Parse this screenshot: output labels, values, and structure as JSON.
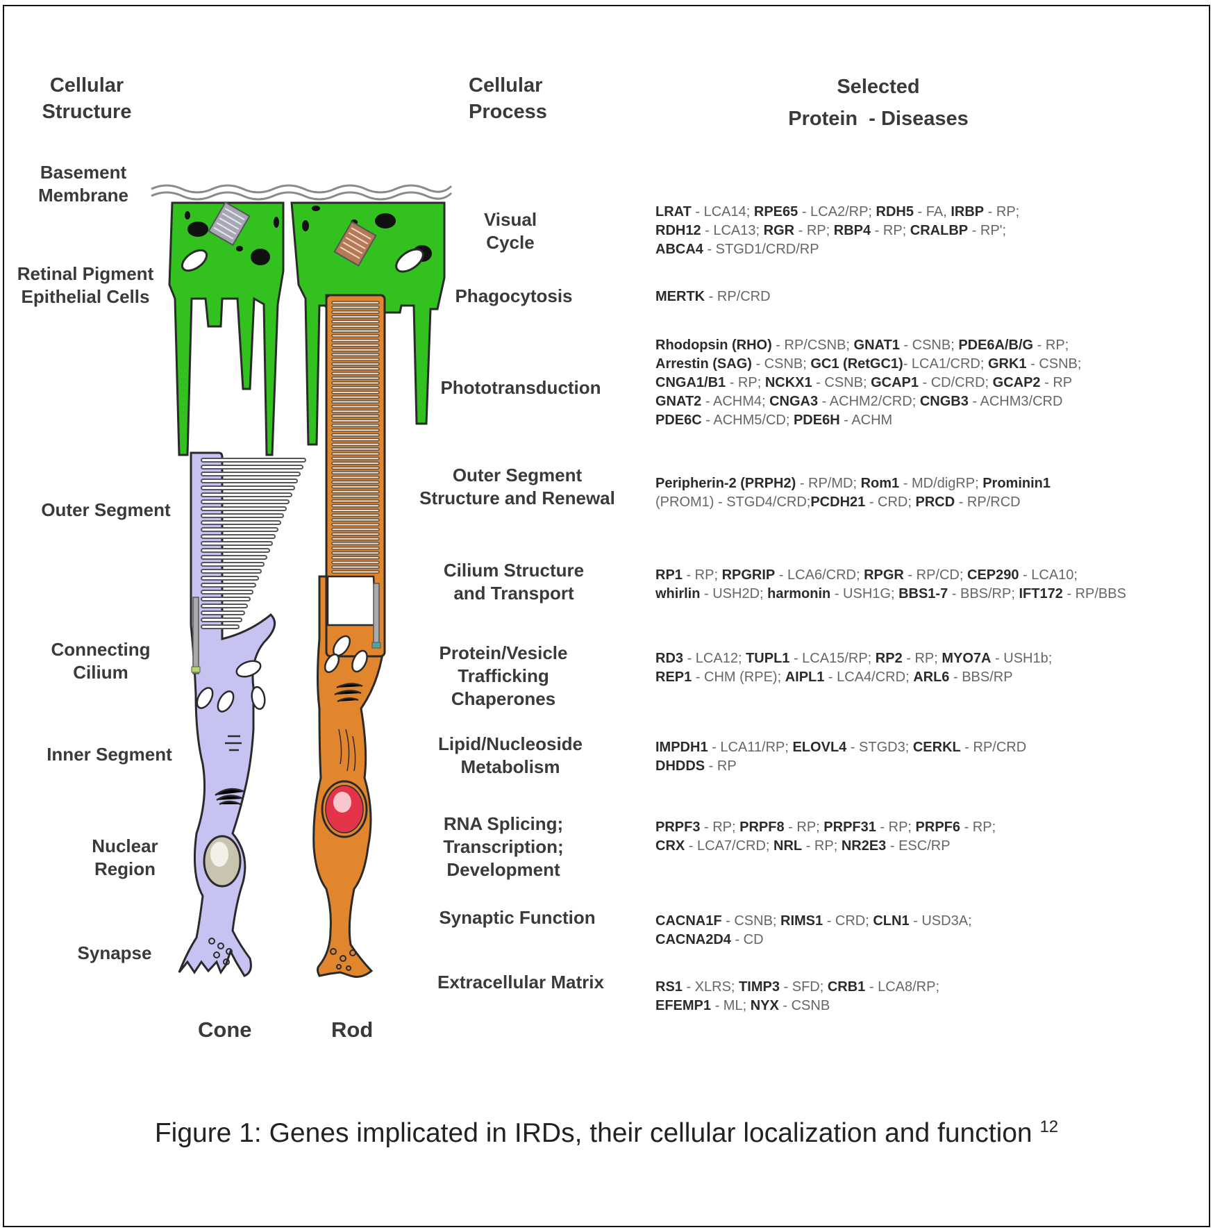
{
  "headers": {
    "structure": [
      "Cellular",
      "Structure"
    ],
    "process": [
      "Cellular",
      "Process"
    ],
    "diseases": [
      "Selected",
      "Protein  - Diseases"
    ]
  },
  "structure_labels": [
    [
      "Basement",
      "Membrane"
    ],
    [
      "Retinal Pigment",
      "Epithelial Cells"
    ],
    [
      "Outer Segment"
    ],
    [
      "Connecting",
      "Cilium"
    ],
    [
      "Inner Segment"
    ],
    [
      "Nuclear",
      "Region"
    ],
    [
      "Synapse"
    ]
  ],
  "cell_types": {
    "cone": "Cone",
    "rod": "Rod"
  },
  "rows": [
    {
      "process": [
        "Visual",
        "Cycle"
      ],
      "genes": [
        [
          [
            "b",
            "LRAT"
          ],
          [
            "t",
            " - LCA14; "
          ],
          [
            "b",
            "RPE65"
          ],
          [
            "t",
            " - LCA2/RP; "
          ],
          [
            "b",
            "RDH5"
          ],
          [
            "t",
            " - FA, "
          ],
          [
            "b",
            "IRBP"
          ],
          [
            "t",
            " - RP;"
          ]
        ],
        [
          [
            "b",
            "RDH12"
          ],
          [
            "t",
            " - LCA13; "
          ],
          [
            "b",
            "RGR"
          ],
          [
            "t",
            " - RP; "
          ],
          [
            "b",
            "RBP4"
          ],
          [
            "t",
            " - RP; "
          ],
          [
            "b",
            "CRALBP"
          ],
          [
            "t",
            " - RP';"
          ]
        ],
        [
          [
            "b",
            "ABCA4"
          ],
          [
            "t",
            " - STGD1/CRD/RP"
          ]
        ]
      ]
    },
    {
      "process": [
        "Phagocytosis"
      ],
      "genes": [
        [
          [
            "b",
            "MERTK"
          ],
          [
            "t",
            " - RP/CRD"
          ]
        ]
      ]
    },
    {
      "process": [
        "Phototransduction"
      ],
      "genes": [
        [
          [
            "b",
            "Rhodopsin (RHO)"
          ],
          [
            "t",
            " - RP/CSNB; "
          ],
          [
            "b",
            "GNAT1"
          ],
          [
            "t",
            " - CSNB; "
          ],
          [
            "b",
            "PDE6A/B/G"
          ],
          [
            "t",
            " - RP;"
          ]
        ],
        [
          [
            "b",
            "Arrestin (SAG)"
          ],
          [
            "t",
            " - CSNB; "
          ],
          [
            "b",
            "GC1 (RetGC1)"
          ],
          [
            "t",
            "- LCA1/CRD; "
          ],
          [
            "b",
            "GRK1"
          ],
          [
            "t",
            " - CSNB;"
          ]
        ],
        [
          [
            "b",
            "CNGA1/B1"
          ],
          [
            "t",
            " - RP; "
          ],
          [
            "b",
            "NCKX1"
          ],
          [
            "t",
            " - CSNB; "
          ],
          [
            "b",
            "GCAP1"
          ],
          [
            "t",
            " - CD/CRD; "
          ],
          [
            "b",
            "GCAP2"
          ],
          [
            "t",
            " - RP"
          ]
        ],
        [
          [
            "b",
            "GNAT2"
          ],
          [
            "t",
            " - ACHM4; "
          ],
          [
            "b",
            "CNGA3"
          ],
          [
            "t",
            " - ACHM2/CRD; "
          ],
          [
            "b",
            "CNGB3"
          ],
          [
            "t",
            " - ACHM3/CRD"
          ]
        ],
        [
          [
            "b",
            "PDE6C"
          ],
          [
            "t",
            " - ACHM5/CD; "
          ],
          [
            "b",
            "PDE6H"
          ],
          [
            "t",
            " - ACHM"
          ]
        ]
      ]
    },
    {
      "process": [
        "Outer Segment",
        "Structure and Renewal"
      ],
      "genes": [
        [
          [
            "b",
            "Peripherin-2 (PRPH2)"
          ],
          [
            "t",
            " - RP/MD; "
          ],
          [
            "b",
            "Rom1"
          ],
          [
            "t",
            " - MD/digRP; "
          ],
          [
            "b",
            "Prominin1"
          ]
        ],
        [
          [
            "t",
            "(PROM1) - STGD4/CRD;"
          ],
          [
            "b",
            "PCDH21"
          ],
          [
            "t",
            " - CRD; "
          ],
          [
            "b",
            "PRCD"
          ],
          [
            "t",
            " - RP/RCD"
          ]
        ]
      ]
    },
    {
      "process": [
        "Cilium Structure",
        "and Transport"
      ],
      "genes": [
        [
          [
            "b",
            "RP1"
          ],
          [
            "t",
            " - RP; "
          ],
          [
            "b",
            "RPGRIP"
          ],
          [
            "t",
            " - LCA6/CRD; "
          ],
          [
            "b",
            "RPGR"
          ],
          [
            "t",
            " - RP/CD; "
          ],
          [
            "b",
            "CEP290"
          ],
          [
            "t",
            " - LCA10;"
          ]
        ],
        [
          [
            "b",
            "whirlin"
          ],
          [
            "t",
            " - USH2D; "
          ],
          [
            "b",
            "harmonin"
          ],
          [
            "t",
            " - USH1G; "
          ],
          [
            "b",
            "BBS1-7"
          ],
          [
            "t",
            " - BBS/RP; "
          ],
          [
            "b",
            "IFT172"
          ],
          [
            "t",
            " - RP/BBS"
          ]
        ]
      ]
    },
    {
      "process": [
        "Protein/Vesicle",
        "Trafficking",
        "Chaperones"
      ],
      "genes": [
        [
          [
            "b",
            "RD3"
          ],
          [
            "t",
            " - LCA12; "
          ],
          [
            "b",
            "TUPL1"
          ],
          [
            "t",
            " - LCA15/RP; "
          ],
          [
            "b",
            "RP2"
          ],
          [
            "t",
            " - RP; "
          ],
          [
            "b",
            "MYO7A"
          ],
          [
            "t",
            " - USH1b;"
          ]
        ],
        [
          [
            "b",
            "REP1"
          ],
          [
            "t",
            " - CHM (RPE); "
          ],
          [
            "b",
            "AIPL1"
          ],
          [
            "t",
            " - LCA4/CRD; "
          ],
          [
            "b",
            "ARL6"
          ],
          [
            "t",
            " - BBS/RP"
          ]
        ]
      ]
    },
    {
      "process": [
        "Lipid/Nucleoside",
        "Metabolism"
      ],
      "genes": [
        [
          [
            "b",
            "IMPDH1"
          ],
          [
            "t",
            " - LCA11/RP; "
          ],
          [
            "b",
            "ELOVL4"
          ],
          [
            "t",
            " - STGD3; "
          ],
          [
            "b",
            "CERKL"
          ],
          [
            "t",
            " - RP/CRD"
          ]
        ],
        [
          [
            "b",
            "DHDDS"
          ],
          [
            "t",
            " - RP"
          ]
        ]
      ]
    },
    {
      "process": [
        "RNA Splicing;",
        "Transcription;",
        "Development"
      ],
      "genes": [
        [
          [
            "b",
            "PRPF3"
          ],
          [
            "t",
            " - RP; "
          ],
          [
            "b",
            "PRPF8"
          ],
          [
            "t",
            " - RP; "
          ],
          [
            "b",
            "PRPF31"
          ],
          [
            "t",
            " - RP; "
          ],
          [
            "b",
            "PRPF6"
          ],
          [
            "t",
            " - RP;"
          ]
        ],
        [
          [
            "b",
            "CRX"
          ],
          [
            "t",
            " - LCA7/CRD; "
          ],
          [
            "b",
            "NRL"
          ],
          [
            "t",
            " - RP; "
          ],
          [
            "b",
            "NR2E3"
          ],
          [
            "t",
            " - ESC/RP"
          ]
        ]
      ]
    },
    {
      "process": [
        "Synaptic Function"
      ],
      "genes": [
        [
          [
            "b",
            "CACNA1F"
          ],
          [
            "t",
            " - CSNB; "
          ],
          [
            "b",
            "RIMS1"
          ],
          [
            "t",
            " - CRD; "
          ],
          [
            "b",
            "CLN1"
          ],
          [
            "t",
            " - USD3A;"
          ]
        ],
        [
          [
            "b",
            "CACNA2D4"
          ],
          [
            "t",
            " - CD"
          ]
        ]
      ]
    },
    {
      "process": [
        "Extracellular Matrix"
      ],
      "genes": [
        [
          [
            "b",
            "RS1"
          ],
          [
            "t",
            " - XLRS; "
          ],
          [
            "b",
            "TIMP3"
          ],
          [
            "t",
            " - SFD; "
          ],
          [
            "b",
            "CRB1"
          ],
          [
            "t",
            " - LCA8/RP;"
          ]
        ],
        [
          [
            "b",
            "EFEMP1"
          ],
          [
            "t",
            " - ML; "
          ],
          [
            "b",
            "NYX"
          ],
          [
            "t",
            " - CSNB"
          ]
        ]
      ]
    }
  ],
  "caption": {
    "text": "Figure 1: Genes implicated in IRDs, their cellular localization and function ",
    "ref": "12"
  },
  "colors": {
    "rpe": "#33c11f",
    "cone": "#c6c3f2",
    "rod": "#e2862e",
    "nucleus_rod": "#e3344a",
    "outline": "#2a2a2a"
  }
}
